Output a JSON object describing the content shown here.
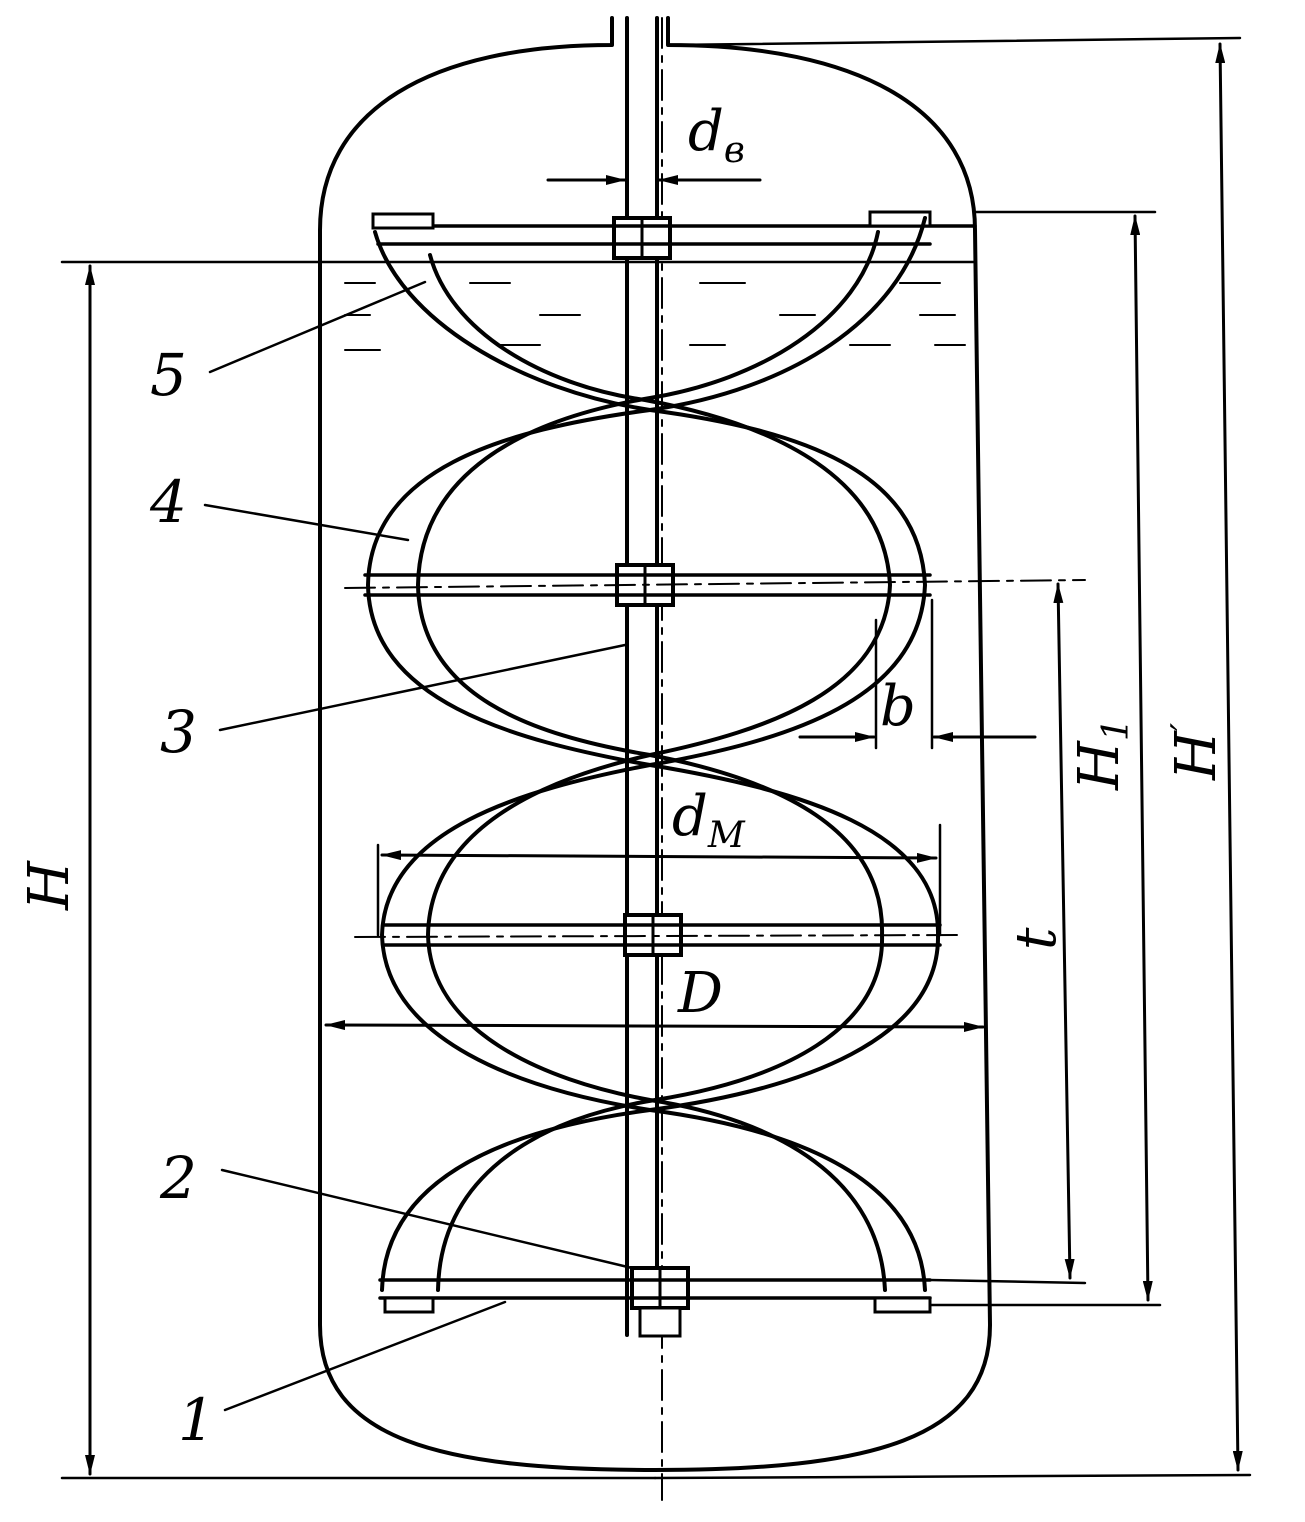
{
  "callouts": {
    "c1": "1",
    "c2": "2",
    "c3": "3",
    "c4": "4",
    "c5": "5"
  },
  "dimensions": {
    "H": "H",
    "H1_main": "H",
    "H1_sub": "1",
    "Hp_main": "H",
    "Hp_prime": "′",
    "t": "t",
    "b": "b",
    "D": "D",
    "dm_main": "d",
    "dm_sub": "M",
    "dv_main": "d",
    "dv_sub": "в"
  },
  "colors": {
    "ink": "#000000",
    "background": "#ffffff"
  }
}
